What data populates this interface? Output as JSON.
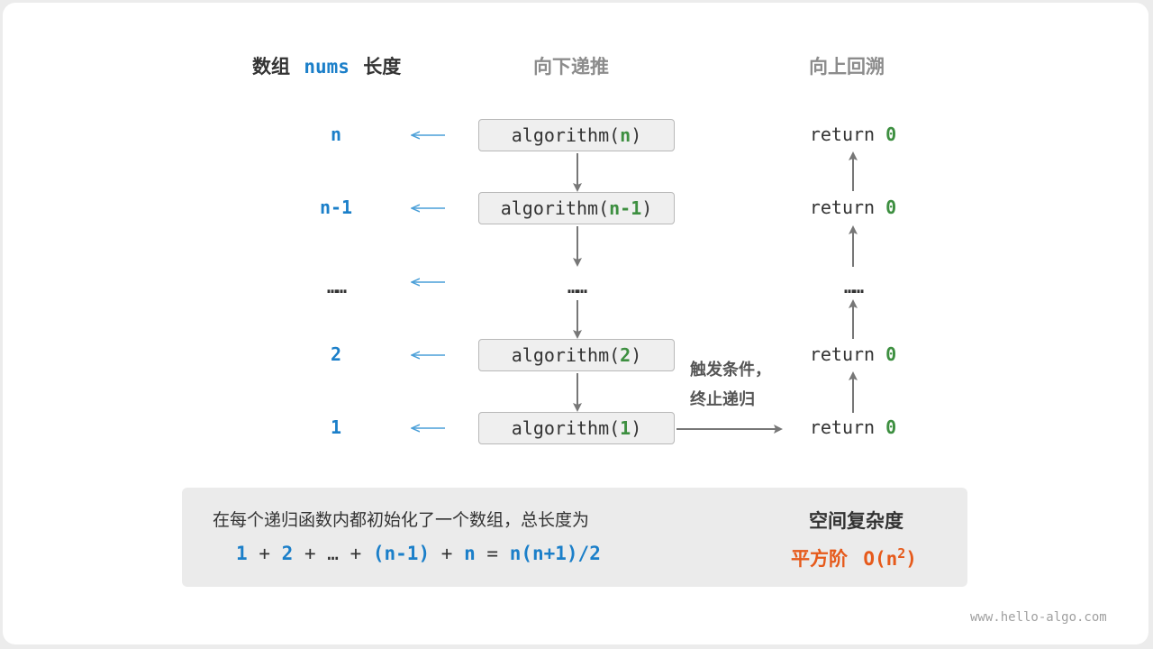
{
  "headers": {
    "length_prefix": "数组",
    "length_var": "nums",
    "length_suffix": "长度",
    "down": "向下递推",
    "up": "向上回溯"
  },
  "rows": [
    {
      "length": "n",
      "call_name": "algorithm(",
      "call_arg": "n",
      "call_close": ")",
      "ret_kw": "return",
      "ret_val": "0"
    },
    {
      "length": "n-1",
      "call_name": "algorithm(",
      "call_arg": "n-1",
      "call_close": ")",
      "ret_kw": "return",
      "ret_val": "0"
    },
    {
      "length": "……",
      "call_dots": "……",
      "ret_dots": "……"
    },
    {
      "length": "2",
      "call_name": "algorithm(",
      "call_arg": "2",
      "call_close": ")",
      "ret_kw": "return",
      "ret_val": "0"
    },
    {
      "length": "1",
      "call_name": "algorithm(",
      "call_arg": "1",
      "call_close": ")",
      "ret_kw": "return",
      "ret_val": "0"
    }
  ],
  "trigger_note": {
    "line1": "触发条件，",
    "line2": "终止递归"
  },
  "summary": {
    "line1": "在每个递归函数内都初始化了一个数组，总长度为",
    "formula": {
      "t1": "1",
      "plus1": "+",
      "t2": "2",
      "plus2": "+",
      "t3": "…",
      "plus3": "+",
      "t4": "(n-1)",
      "plus4": "+",
      "t5": "n",
      "eq": "=",
      "result": "n(n+1)/2"
    },
    "complexity_title": "空间复杂度",
    "complexity_label": "平方阶",
    "complexity_expr": "O(n",
    "complexity_exp": "2",
    "complexity_close": ")"
  },
  "watermark": "www.hello-algo.com",
  "colors": {
    "accent_blue": "#1b7fc9",
    "accent_green": "#3d8f40",
    "accent_orange": "#e65a1b",
    "arrow_gray": "#777777",
    "arrow_blue": "#4a9fd8"
  }
}
